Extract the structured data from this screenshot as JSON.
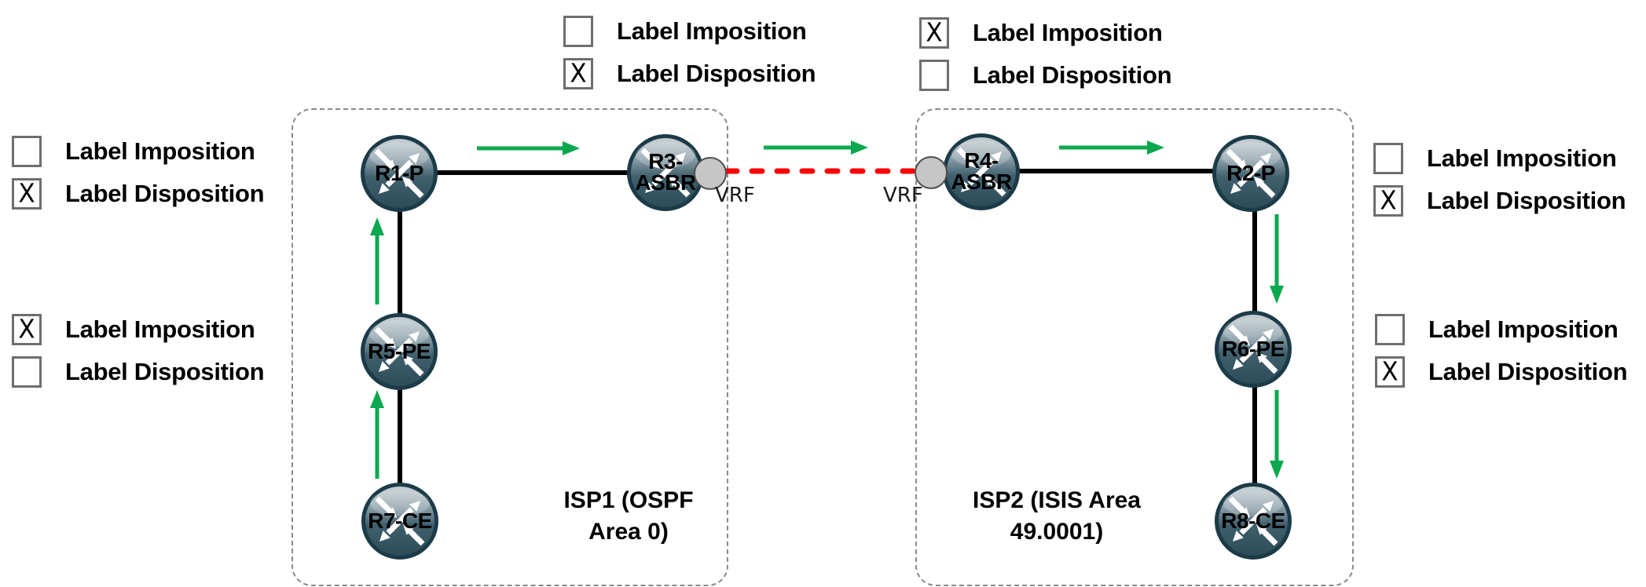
{
  "diagram_title": "MPLS Inter-AS VPN label imposition / disposition diagram",
  "colors": {
    "flow_arrow_green": "#0ca84f",
    "inter_as_link_red": "#fb0207",
    "router_body_dark": "#2f4e5c",
    "router_body_light": "#cdd4d7",
    "router_border": "#1c3b48",
    "vrf_circle_fill": "#c6c6c6",
    "zone_border_gray": "#8a8a8a",
    "link_black": "#000000"
  },
  "icons": {
    "router": "cisco-router-icon",
    "vrf": "vrf-interface-circle-icon",
    "checkbox_checked_mark": "X"
  },
  "legend_pairs": [
    {
      "id": "left-top",
      "rows": [
        {
          "label": "Label Imposition",
          "mark": ""
        },
        {
          "label": "Label Disposition",
          "mark": "X"
        }
      ]
    },
    {
      "id": "left-bottom",
      "rows": [
        {
          "label": "Label Imposition",
          "mark": "X"
        },
        {
          "label": "Label Disposition",
          "mark": ""
        }
      ]
    },
    {
      "id": "top-middle",
      "rows": [
        {
          "label": "Label Imposition",
          "mark": ""
        },
        {
          "label": "Label Disposition",
          "mark": "X"
        }
      ]
    },
    {
      "id": "top-right",
      "rows": [
        {
          "label": "Label Imposition",
          "mark": "X"
        },
        {
          "label": "Label Disposition",
          "mark": ""
        }
      ]
    },
    {
      "id": "right-top",
      "rows": [
        {
          "label": "Label Imposition",
          "mark": ""
        },
        {
          "label": "Label Disposition",
          "mark": "X"
        }
      ]
    },
    {
      "id": "right-bottom",
      "rows": [
        {
          "label": "Label Imposition",
          "mark": ""
        },
        {
          "label": "Label Disposition",
          "mark": "X"
        }
      ]
    }
  ],
  "zones": [
    {
      "name": "ISP1",
      "label_line1": "ISP1 (OSPF",
      "label_line2": "Area 0)"
    },
    {
      "name": "ISP2",
      "label_line1": "ISP2 (ISIS Area",
      "label_line2": "49.0001)"
    }
  ],
  "routers": [
    {
      "id": "R1-P",
      "line1": "R1-P",
      "line2": ""
    },
    {
      "id": "R3-ASBR",
      "line1": "R3-",
      "line2": "ASBR"
    },
    {
      "id": "R4-ASBR",
      "line1": "R4-",
      "line2": "ASBR"
    },
    {
      "id": "R2-P",
      "line1": "R2-P",
      "line2": ""
    },
    {
      "id": "R5-PE",
      "line1": "R5-PE",
      "line2": ""
    },
    {
      "id": "R6-PE",
      "line1": "R6-PE",
      "line2": ""
    },
    {
      "id": "R7-CE",
      "line1": "R7-CE",
      "line2": ""
    },
    {
      "id": "R8-CE",
      "line1": "R8-CE",
      "line2": ""
    }
  ],
  "vrf": {
    "left_label": "VRF",
    "right_label": "VRF"
  }
}
